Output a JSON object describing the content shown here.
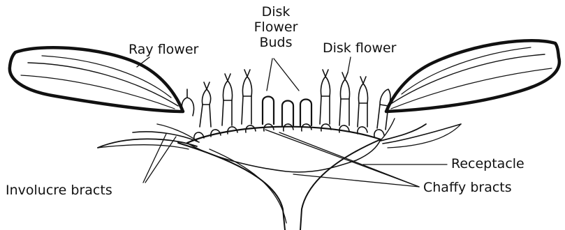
{
  "diagram": {
    "labels": {
      "ray_flower": "Ray flower",
      "disk_flower_buds_line1": "Disk",
      "disk_flower_buds_line2": "Flower",
      "disk_flower_buds_line3": "Buds",
      "disk_flower": "Disk flower",
      "receptacle": "Receptacle",
      "involucre_bracts": "Involucre bracts",
      "chaffy_bracts": "Chaffy bracts"
    },
    "colors": {
      "ink": "#111111",
      "paper": "#ffffff"
    }
  }
}
